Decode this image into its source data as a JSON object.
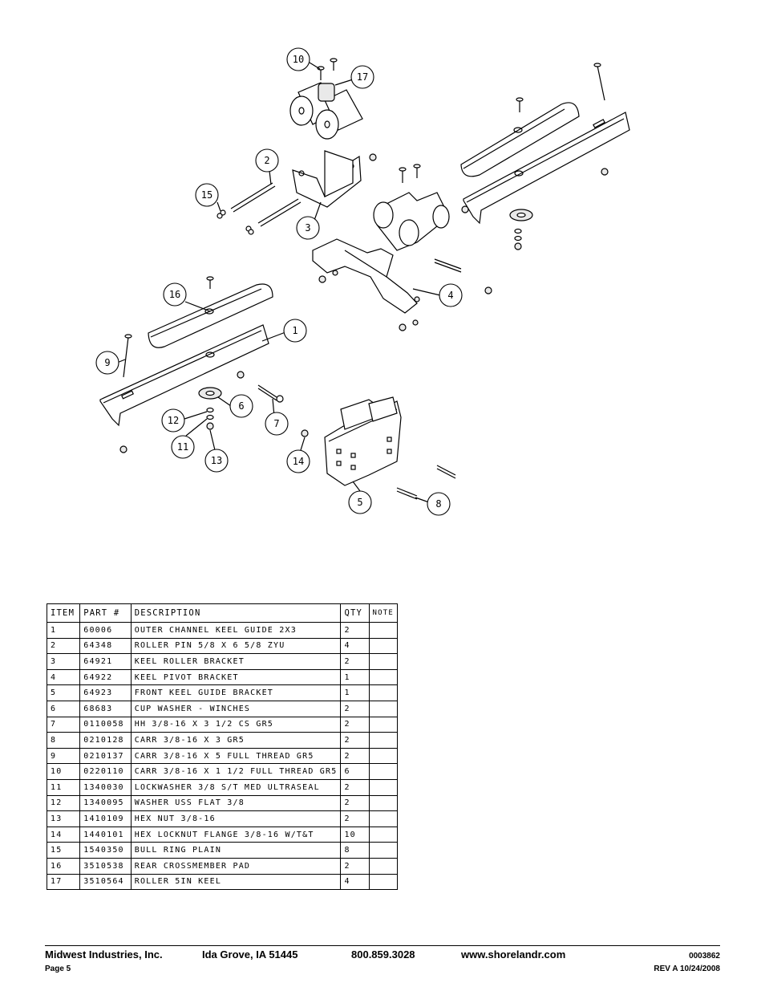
{
  "bubbles": [
    "1",
    "2",
    "3",
    "4",
    "5",
    "6",
    "7",
    "8",
    "9",
    "10",
    "11",
    "12",
    "13",
    "14",
    "15",
    "16",
    "17"
  ],
  "table": {
    "headers": {
      "item": "ITEM",
      "part": "PART #",
      "description": "DESCRIPTION",
      "qty": "QTY",
      "note": "NOTE"
    },
    "rows": [
      {
        "item": "1",
        "part": "60006",
        "description": "OUTER CHANNEL KEEL GUIDE 2X3",
        "qty": "2",
        "note": ""
      },
      {
        "item": "2",
        "part": "64348",
        "description": "ROLLER PIN  5/8 X 6 5/8 ZYU",
        "qty": "4",
        "note": ""
      },
      {
        "item": "3",
        "part": "64921",
        "description": "KEEL ROLLER BRACKET",
        "qty": "2",
        "note": ""
      },
      {
        "item": "4",
        "part": "64922",
        "description": "KEEL PIVOT BRACKET",
        "qty": "1",
        "note": ""
      },
      {
        "item": "5",
        "part": "64923",
        "description": "FRONT KEEL GUIDE BRACKET",
        "qty": "1",
        "note": ""
      },
      {
        "item": "6",
        "part": "68683",
        "description": "CUP WASHER - WINCHES",
        "qty": "2",
        "note": ""
      },
      {
        "item": "7",
        "part": "0110058",
        "description": "HH 3/8-16 X 3 1/2 CS GR5",
        "qty": "2",
        "note": ""
      },
      {
        "item": "8",
        "part": "0210128",
        "description": "CARR 3/8-16 X 3 GR5",
        "qty": "2",
        "note": ""
      },
      {
        "item": "9",
        "part": "0210137",
        "description": "CARR 3/8-16 X 5 FULL THREAD GR5",
        "qty": "2",
        "note": ""
      },
      {
        "item": "10",
        "part": "0220110",
        "description": "CARR 3/8-16 X 1 1/2 FULL THREAD GR5",
        "qty": "6",
        "note": ""
      },
      {
        "item": "11",
        "part": "1340030",
        "description": "LOCKWASHER 3/8 S/T MED ULTRASEAL",
        "qty": "2",
        "note": ""
      },
      {
        "item": "12",
        "part": "1340095",
        "description": "WASHER USS FLAT 3/8",
        "qty": "2",
        "note": ""
      },
      {
        "item": "13",
        "part": "1410109",
        "description": "HEX NUT 3/8-16",
        "qty": "2",
        "note": ""
      },
      {
        "item": "14",
        "part": "1440101",
        "description": "HEX LOCKNUT FLANGE 3/8-16 W/T&T",
        "qty": "10",
        "note": ""
      },
      {
        "item": "15",
        "part": "1540350",
        "description": "BULL RING PLAIN",
        "qty": "8",
        "note": ""
      },
      {
        "item": "16",
        "part": "3510538",
        "description": "REAR CROSSMEMBER PAD",
        "qty": "2",
        "note": ""
      },
      {
        "item": "17",
        "part": "3510564",
        "description": "ROLLER 5IN KEEL",
        "qty": "4",
        "note": ""
      }
    ]
  },
  "footer": {
    "company": "Midwest Industries, Inc.",
    "city": "Ida Grove, IA  51445",
    "phone": "800.859.3028",
    "website": "www.shorelandr.com",
    "doc_number": "0003862",
    "page": "Page 5",
    "revision": "REV A  10/24/2008"
  }
}
